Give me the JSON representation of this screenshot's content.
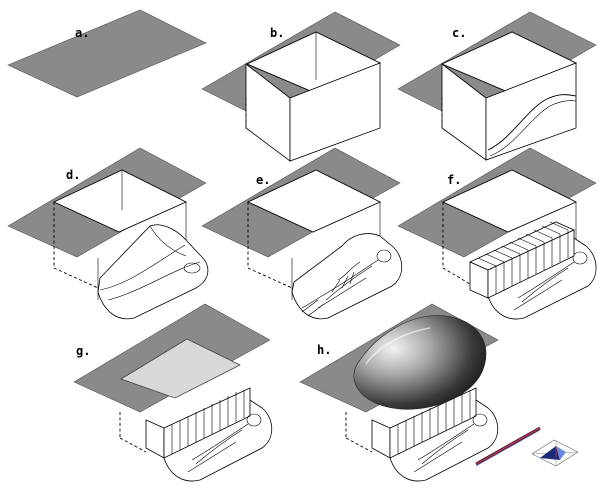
{
  "panels": [
    {
      "id": "a",
      "label": "a."
    },
    {
      "id": "b",
      "label": "b."
    },
    {
      "id": "c",
      "label": "c."
    },
    {
      "id": "d",
      "label": "d."
    },
    {
      "id": "e",
      "label": "e."
    },
    {
      "id": "f",
      "label": "f."
    },
    {
      "id": "g",
      "label": "g."
    },
    {
      "id": "h",
      "label": "h."
    }
  ],
  "colors": {
    "ground_plane": "#8a8a8a",
    "roof_panel": "#d8d8d8",
    "line": "#000000",
    "background": "#ffffff"
  }
}
